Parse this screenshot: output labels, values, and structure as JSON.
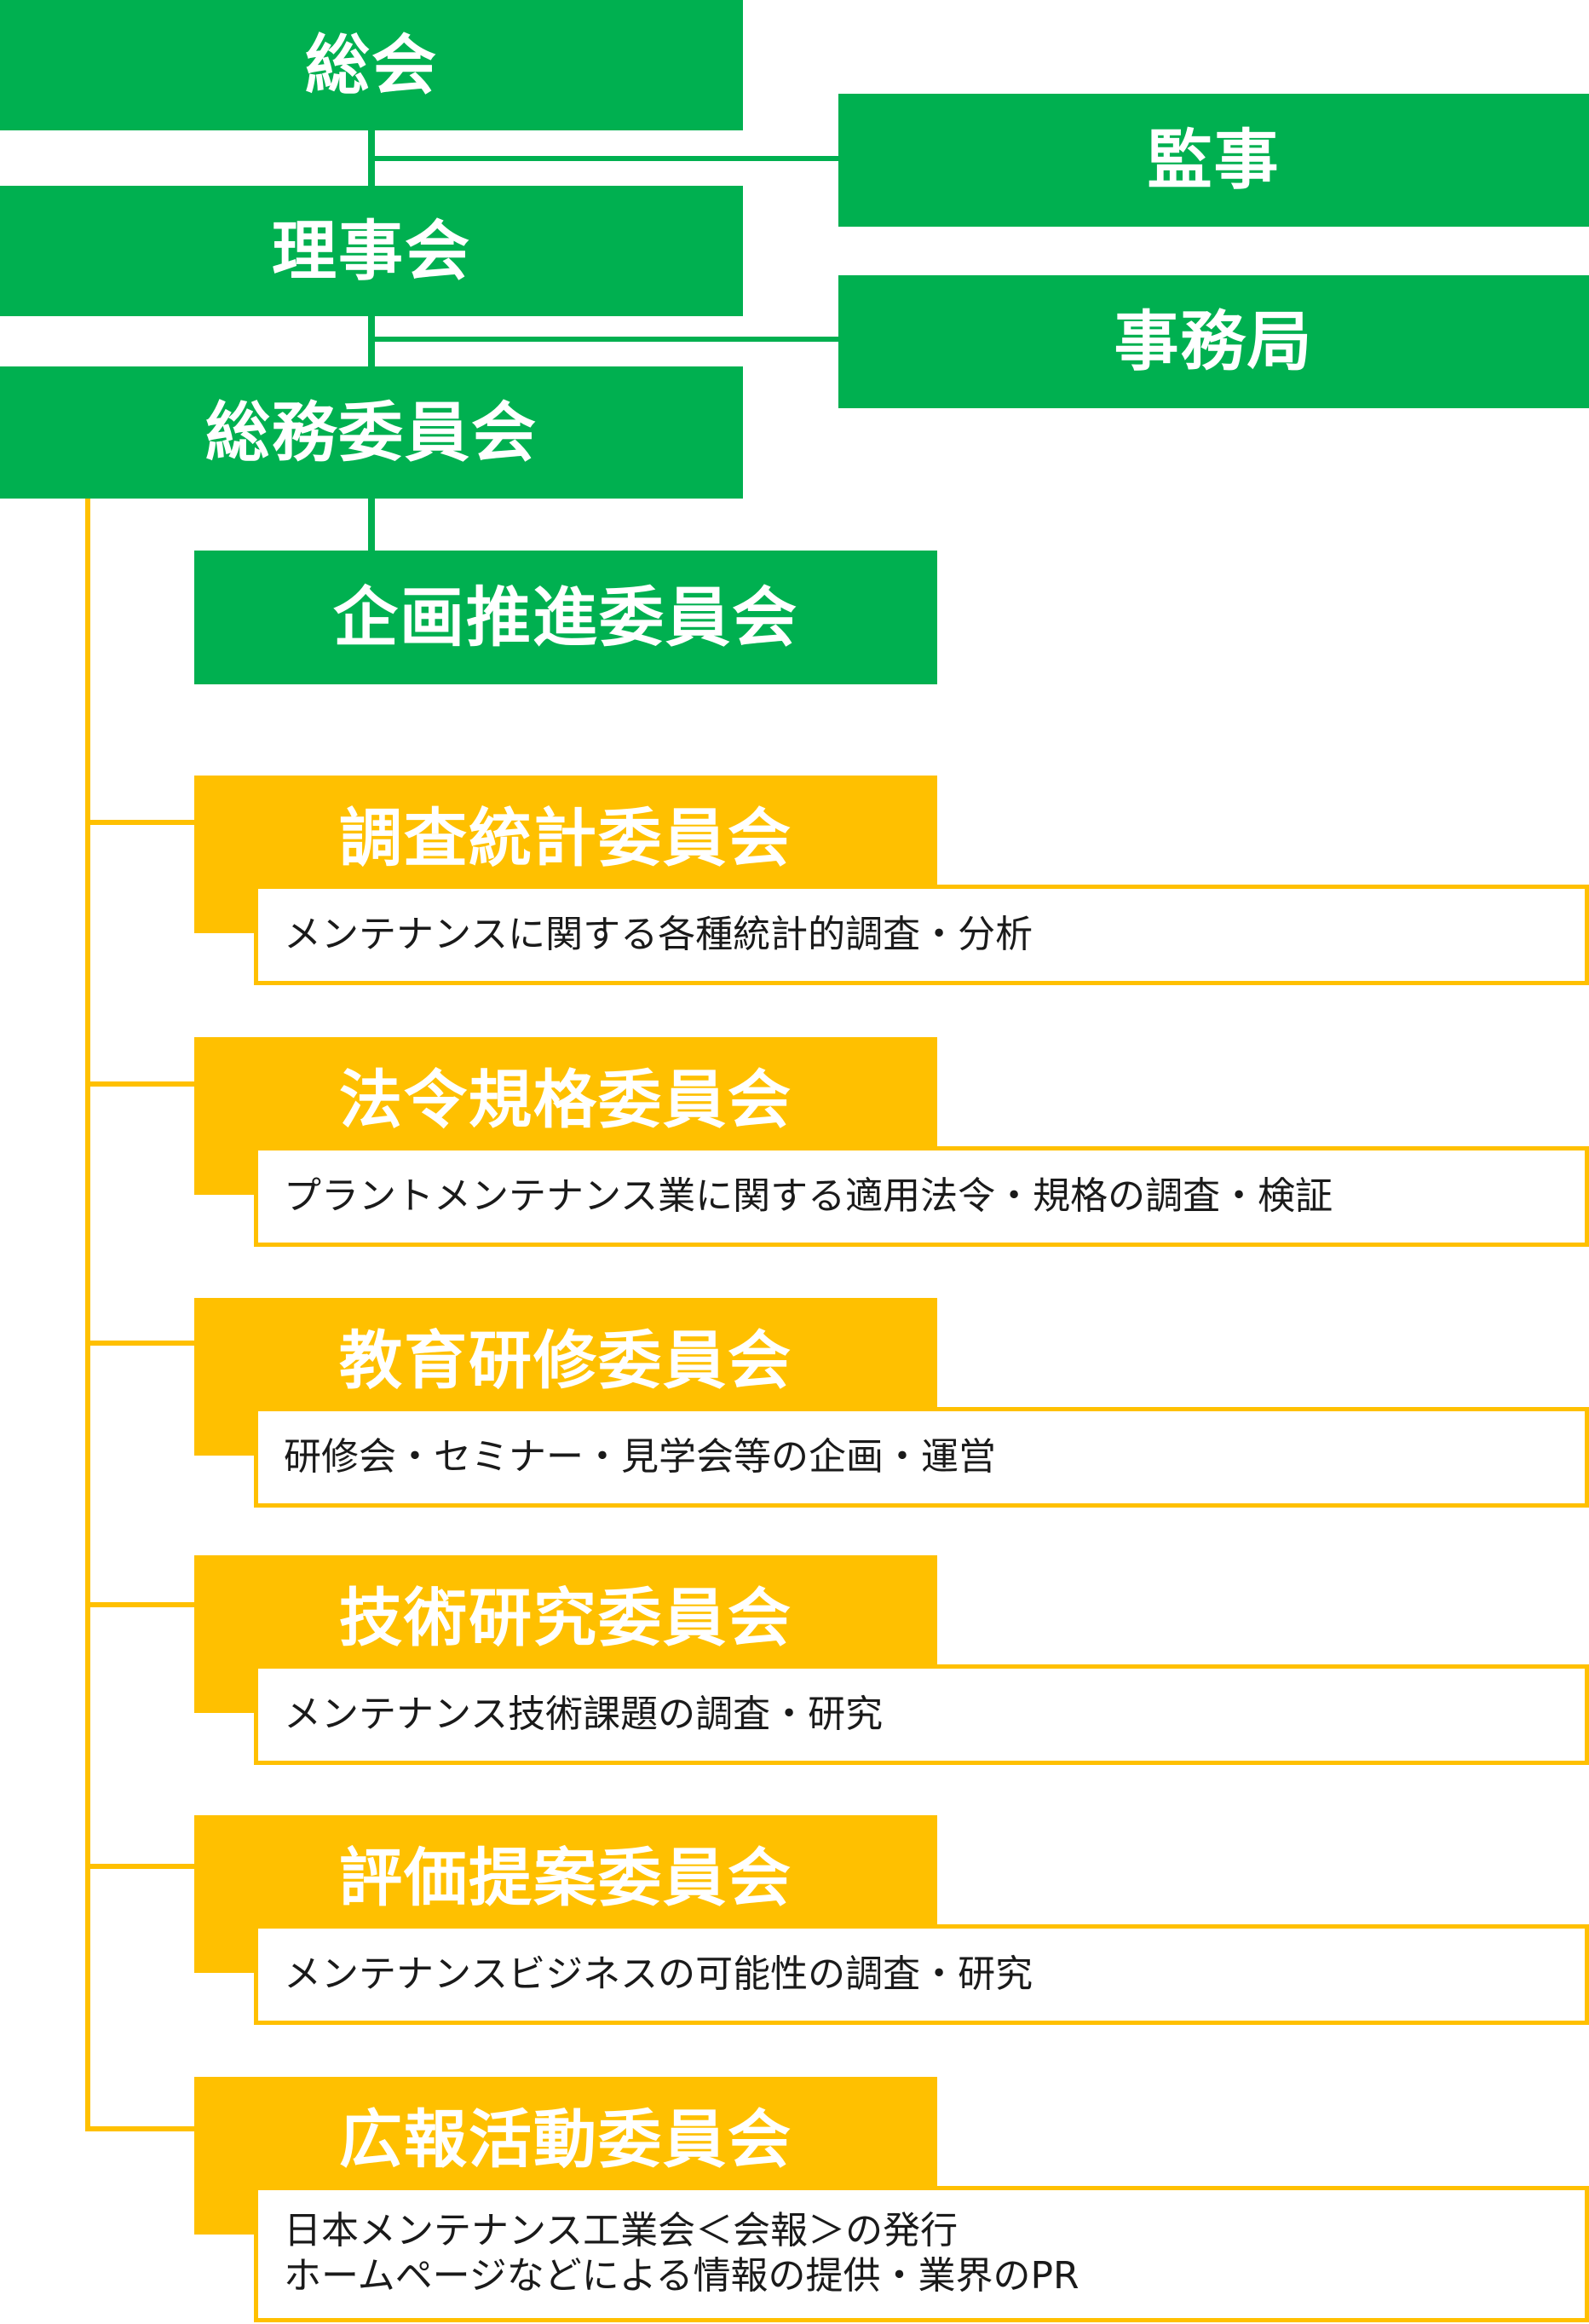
{
  "colors": {
    "green": "#00b050",
    "yellow": "#ffc000",
    "white": "#ffffff",
    "text": "#1a1a1a"
  },
  "org": {
    "general_assembly": "総会",
    "auditor": "監事",
    "board": "理事会",
    "secretariat": "事務局",
    "general_affairs": "総務委員会",
    "planning": "企画推進委員会"
  },
  "committees": [
    {
      "title": "調査統計委員会",
      "description": [
        "メンテナンスに関する各種統計的調査・分析"
      ]
    },
    {
      "title": "法令規格委員会",
      "description": [
        "プラントメンテナンス業に関する適用法令・規格の調査・検証"
      ]
    },
    {
      "title": "教育研修委員会",
      "description": [
        "研修会・セミナー・見学会等の企画・運営"
      ]
    },
    {
      "title": "技術研究委員会",
      "description": [
        "メンテナンス技術課題の調査・研究"
      ]
    },
    {
      "title": "評価提案委員会",
      "description": [
        "メンテナンスビジネスの可能性の調査・研究"
      ]
    },
    {
      "title": "広報活動委員会",
      "description": [
        "日本メンテナンス工業会＜会報＞の発行",
        "ホームページなどによる情報の提供・業界のPR"
      ]
    }
  ]
}
